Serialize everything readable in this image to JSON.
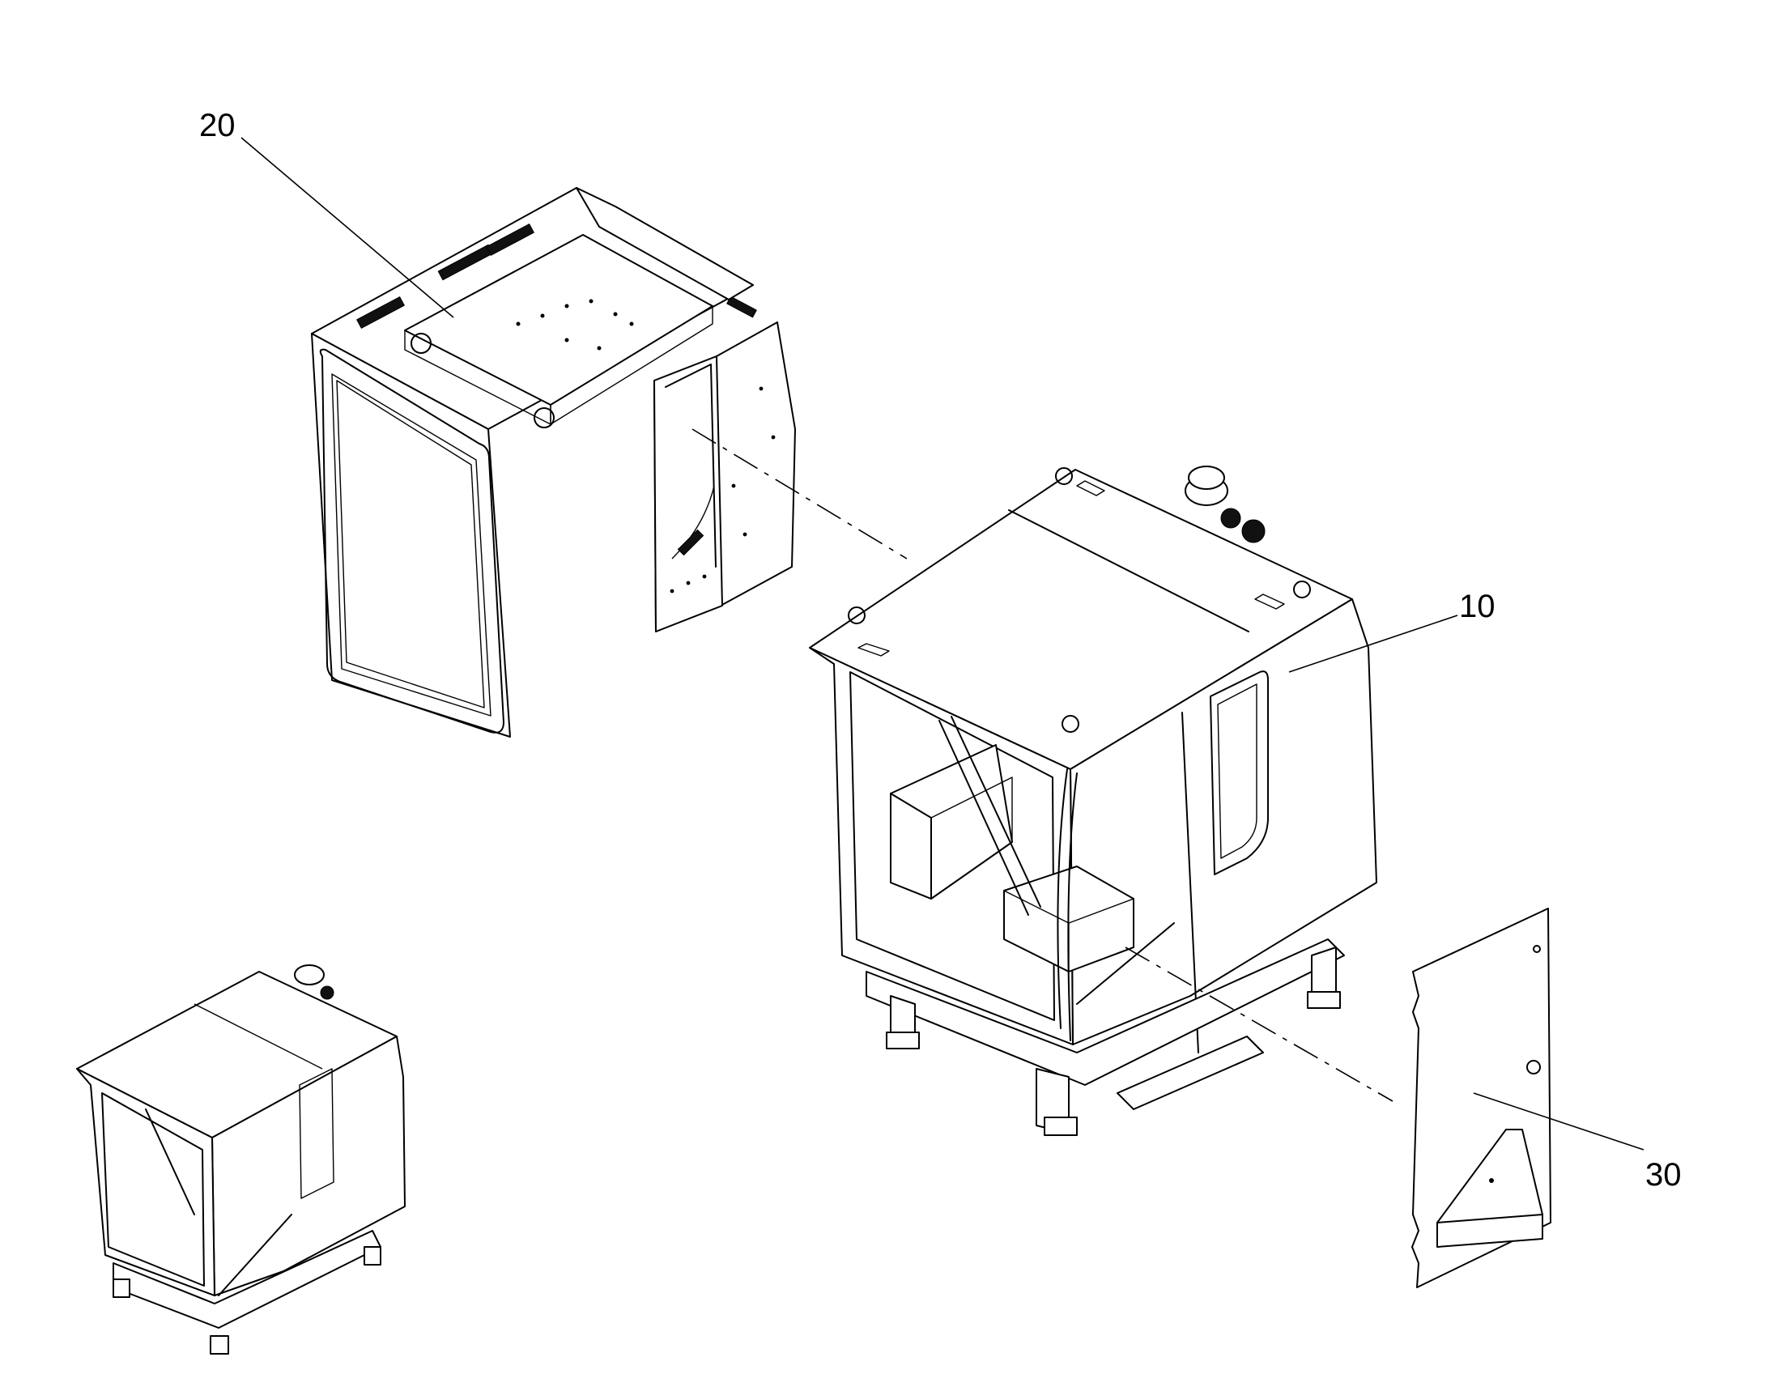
{
  "callouts": {
    "cab_assembly": "10",
    "roof_panel_assembly": "20",
    "side_panel": "30"
  }
}
